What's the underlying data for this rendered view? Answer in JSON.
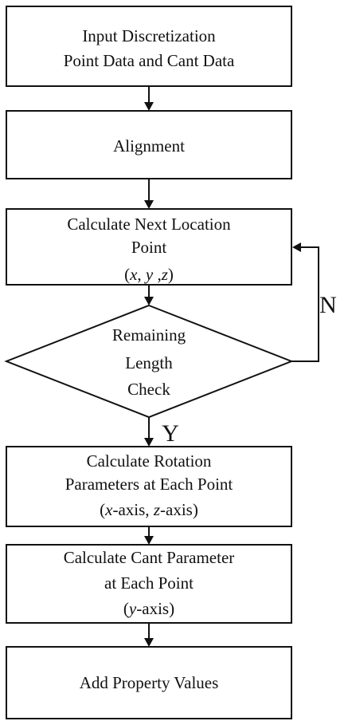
{
  "diagram": {
    "steps": {
      "input": [
        "Input Discretization",
        "Point Data and Cant Data"
      ],
      "alignment": "Alignment",
      "next_location": {
        "line1": "Calculate  Next Location",
        "line2": "Point",
        "coord_x": "x",
        "sep1": ", ",
        "coord_y": "y",
        "sep2": " ,",
        "coord_z": "z"
      },
      "decision": [
        "Remaining",
        "Length",
        "Check"
      ],
      "rotation": {
        "line1": "Calculate Rotation",
        "line2": "Parameters at Each Point",
        "x_var": "x",
        "x_suffix": "-axis, ",
        "z_var": "z",
        "z_suffix": "-axis"
      },
      "cant": {
        "line1": "Calculate  Cant Parameter",
        "line2": "at Each Point",
        "y_var": "y",
        "y_suffix": "-axis"
      },
      "final": "Add Property Values"
    },
    "branches": {
      "no": "N",
      "yes": "Y"
    }
  }
}
